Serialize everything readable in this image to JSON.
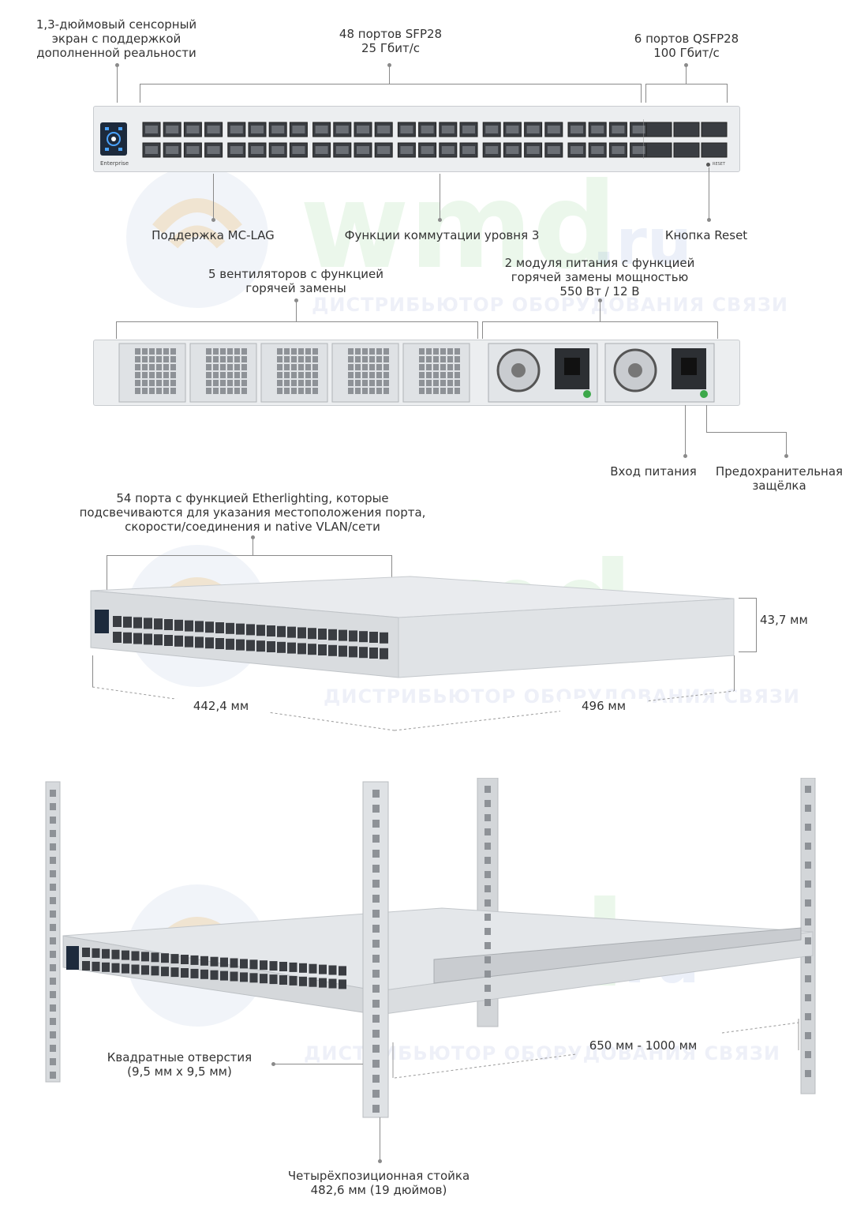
{
  "watermark": {
    "brand": "wmd",
    "tld": ".ru",
    "tagline": "ДИСТРИБЬЮТОР ОБОРУДОВАНИЯ СВЯЗИ"
  },
  "front": {
    "touchscreen": [
      "1,3-дюймовый сенсорный",
      "экран с поддержкой",
      "дополненной реальности"
    ],
    "sfp28": [
      "48 портов SFP28",
      "25 Гбит/с"
    ],
    "qsfp28": [
      "6 портов QSFP28",
      "100 Гбит/с"
    ],
    "mclag": "Поддержка MC-LAG",
    "l3": "Функции коммутации уровня 3",
    "reset": "Кнопка Reset",
    "device_label": "Enterprise",
    "reset_mark": "RESET"
  },
  "rear": {
    "fans": [
      "5 вентиляторов с функцией",
      "горячей замены"
    ],
    "psu": [
      "2 модуля питания с функцией",
      "горячей замены мощностью",
      "550 Вт / 12 В"
    ],
    "power_in": "Вход питания",
    "latch": [
      "Предохранительная",
      "защёлка"
    ]
  },
  "iso": {
    "etherlighting": [
      "54 порта с функцией Etherlighting, которые",
      "подсвечиваются для указания местоположения порта,",
      "скорости/соединения и  native VLAN/сети"
    ],
    "height": "43,7 мм",
    "width": "442,4 мм",
    "depth": "496 мм"
  },
  "rack": {
    "holes": [
      "Квадратные отверстия",
      "(9,5 мм x 9,5 мм)"
    ],
    "depth_range": "650 мм - 1000 мм",
    "rack_type": [
      "Четырёхпозиционная стойка",
      "482,6 мм (19 дюймов)"
    ]
  }
}
